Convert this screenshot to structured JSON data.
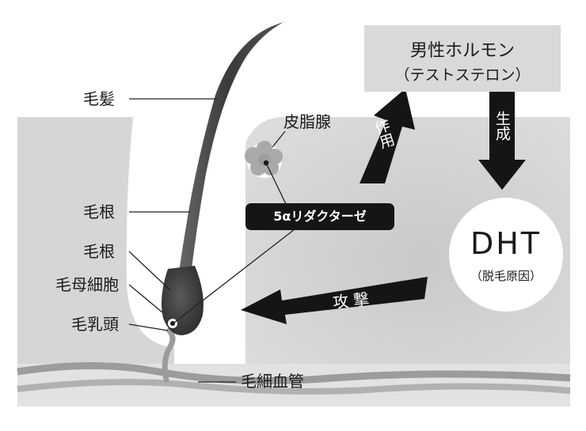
{
  "labels": {
    "hair": "毛髪",
    "root_upper": "毛根",
    "root_lower": "毛根",
    "matrix": "毛母細胞",
    "papilla": "毛乳頭",
    "sebaceous": "皮脂腺",
    "capillary": "毛細血管"
  },
  "hormone_box": {
    "title": "男性ホルモン",
    "subtitle": "（テストステロン）"
  },
  "dht": {
    "title": "DHT",
    "subtitle": "（脱毛原因）"
  },
  "enzyme": "5αリダクターゼ",
  "arrows": {
    "action": "作用",
    "generate": "生成",
    "attack": "攻撃"
  },
  "colors": {
    "skin": "#d4d4d4",
    "background": "#ffffff",
    "hormone_box": "#d9d9d9",
    "arrow": "#151515"
  }
}
